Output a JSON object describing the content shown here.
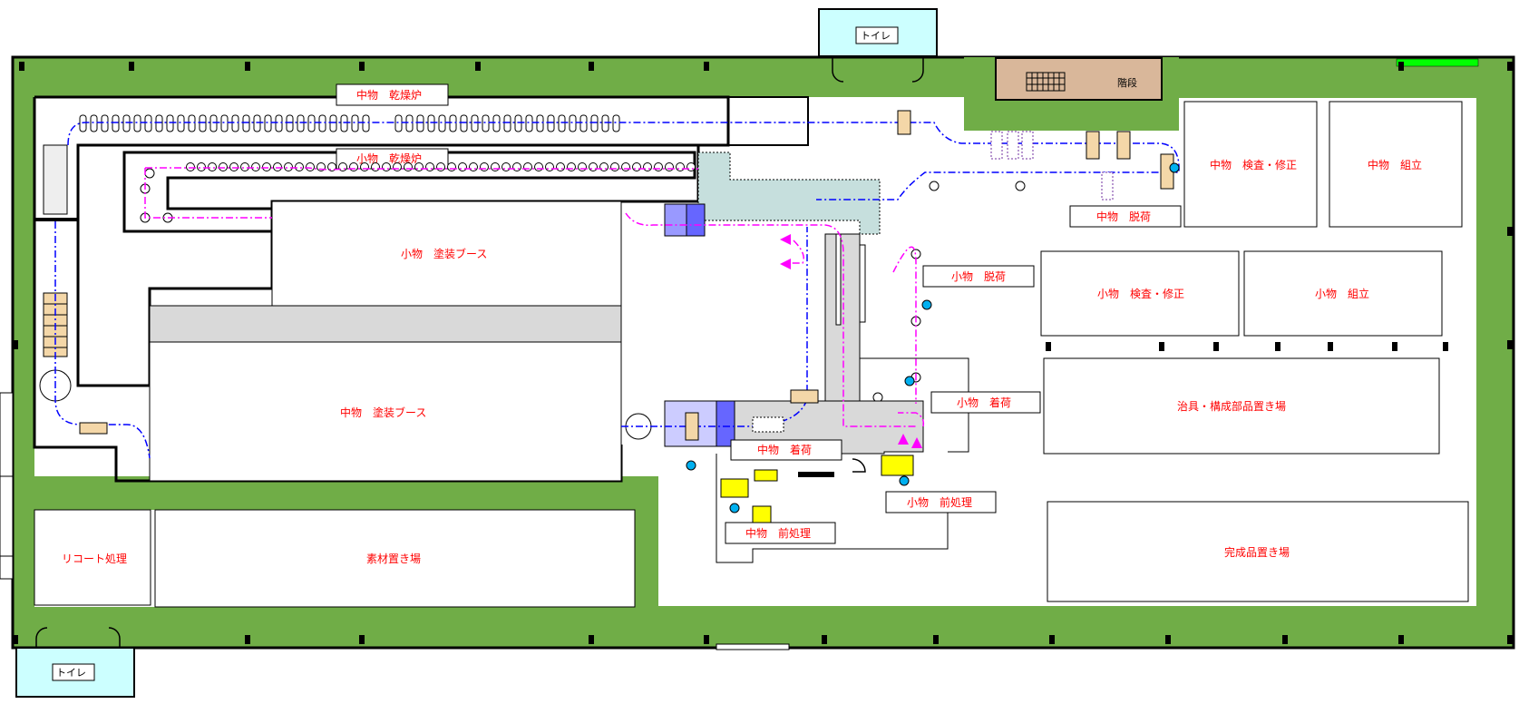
{
  "labels": {
    "toilet_top": "トイレ",
    "toilet_bottom": "トイレ",
    "stairs": "階段",
    "medium_dry_oven": "中物　乾燥炉",
    "small_dry_oven": "小物　乾燥炉",
    "small_paint_booth": "小物　塗装ブース",
    "medium_paint_booth": "中物　塗装ブース",
    "medium_unload": "中物　脱荷",
    "small_unload": "小物　脱荷",
    "small_load": "小物　着荷",
    "medium_load": "中物　着荷",
    "small_pretreat": "小物　前処理",
    "medium_pretreat": "中物　前処理",
    "medium_inspect": "中物　検査・修正",
    "medium_assembly": "中物　組立",
    "small_inspect": "小物　検査・修正",
    "small_assembly": "小物　組立",
    "jig_parts_storage": "治具・構成部品置き場",
    "finished_storage": "完成品置き場",
    "recoat": "リコート処理",
    "material_storage": "素材置き場"
  },
  "colors": {
    "floor_green": "#70ad47",
    "toilet_fill": "#ccffff",
    "stairs_fill": "#d9b79a",
    "area_gray": "#d9d9d9",
    "area_teal": "#c6dfdd",
    "medium_line": "#0000ff",
    "small_line": "#ff00ff",
    "hanger_tan": "#f4d7a8",
    "machine_yellow": "#ffff00",
    "machine_blue": "#9999ff",
    "label_red": "#ff0000"
  },
  "icons": [
    "door-swing-icon",
    "column-icon",
    "hanger-icon",
    "turntable-icon",
    "operator-icon"
  ]
}
